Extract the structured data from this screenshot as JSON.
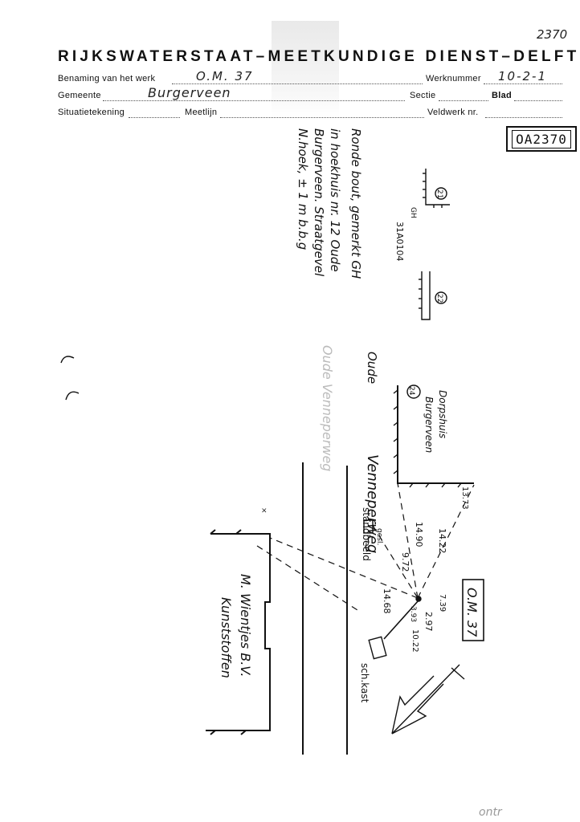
{
  "corner_number": "2370",
  "header": {
    "left": "RIJKSWATERSTAAT",
    "dash1": "–",
    "middle": "MEETKUNDIGE DIENST",
    "dash2": "–",
    "right": "DELFT"
  },
  "form": {
    "benaming_label": "Benaming van het werk",
    "benaming_value": "O.M. 37",
    "werknummer_label": "Werknummer",
    "werknummer_value": "10-2-1",
    "gemeente_label": "Gemeente",
    "gemeente_value": "Burgerveen",
    "sectie_label": "Sectie",
    "blad_label": "Blad",
    "situatie_label": "Situatietekening",
    "meetlijn_label": "Meetlijn",
    "veldwerk_label": "Veldwerk nr."
  },
  "stamp_code": "OA2370",
  "description": {
    "line1": "Ronde bout, gemerkt GH",
    "line2": "in hoekhuis nr. 12 Oude",
    "line3": "Burgerveen. Straatgevel",
    "line4": "N.hoek, ± 1 m b.b.g"
  },
  "sketch1": {
    "marker": "21",
    "gh_label": "GH",
    "code": "31A0104"
  },
  "sketch2": {
    "marker": "22"
  },
  "street_label_faint": "Oude Venneperweg",
  "street_label_1": "Oude",
  "street_label_2": "Venneperweg",
  "marker_24": "24",
  "dorpshuis_label": "Dorpshuis",
  "burgerveen_label": "Burgerveen",
  "standbeeld_label": "standbeeld",
  "gesl_label": "gesl.",
  "sch_kast_label": "sch.kast",
  "company_label_1": "M. Wientjes B.V.",
  "company_label_2": "Kunststoffen",
  "om_box_label": "O.M. 37",
  "measurements": {
    "m1": "13.73",
    "m2": "14.22",
    "m3": "14.90",
    "m4": "9.72",
    "m5": "14.68",
    "m6": "7.39",
    "m7": "3.93",
    "m8": "2.97",
    "m9": "10.22"
  },
  "bottom_note": "ontr"
}
